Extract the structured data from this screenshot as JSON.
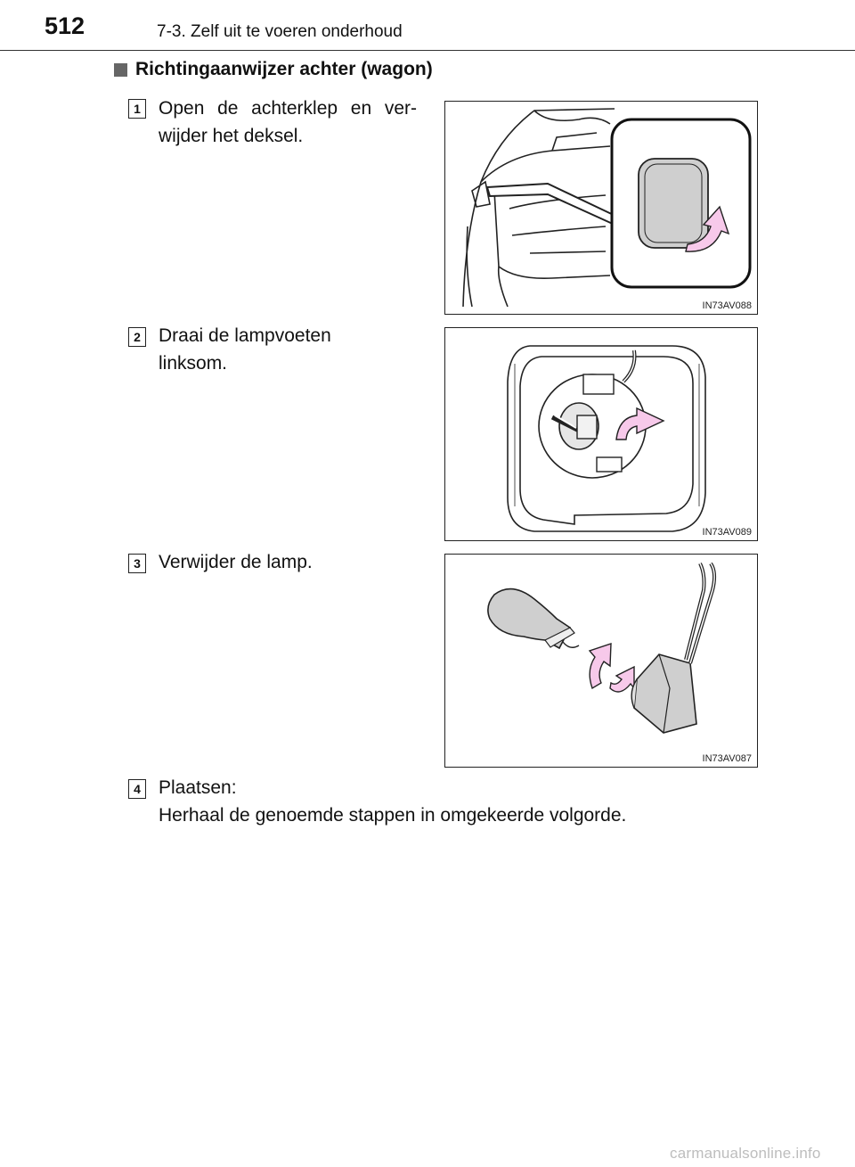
{
  "header": {
    "page_number": "512",
    "chapter": "7-3. Zelf uit te voeren onderhoud"
  },
  "section": {
    "title": "Richtingaanwijzer achter (wagon)"
  },
  "steps": [
    {
      "number": "1",
      "lines": [
        "Open de achterklep en ver-",
        "wijder het deksel."
      ],
      "figure_code": "IN73AV088"
    },
    {
      "number": "2",
      "lines": [
        "Draai de lampvoeten",
        "linksom."
      ],
      "figure_code": "IN73AV089"
    },
    {
      "number": "3",
      "lines": [
        "Verwijder de lamp."
      ],
      "figure_code": "IN73AV087"
    },
    {
      "number": "4",
      "lines": [
        "Plaatsen:",
        "Herhaal de genoemde stappen in omgekeerde volgorde."
      ]
    }
  ],
  "colors": {
    "arrow_fill": "#f7c9ea",
    "lamp_fill": "#cfcfcf"
  },
  "watermark": "carmanualsonline.info"
}
